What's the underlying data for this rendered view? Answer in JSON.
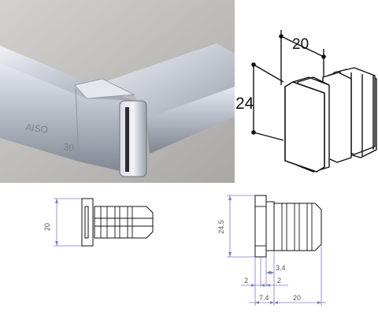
{
  "photo": {
    "stamp_left": "AISO",
    "stamp_right": "30"
  },
  "iso_drawing": {
    "width_label": "20",
    "height_label": "24"
  },
  "front_view": {
    "height_label": "20"
  },
  "side_view": {
    "height_label": "24.5",
    "dim_3_4": "3.4",
    "dim_2_left": "2",
    "dim_2_right": "2",
    "dim_7_4": "7.4",
    "dim_20": "20"
  },
  "colors": {
    "line": "#111111",
    "dimension": "#7a7fc0",
    "photo_bg": "#b9b8b6",
    "chrome": "#c7cbd2"
  }
}
